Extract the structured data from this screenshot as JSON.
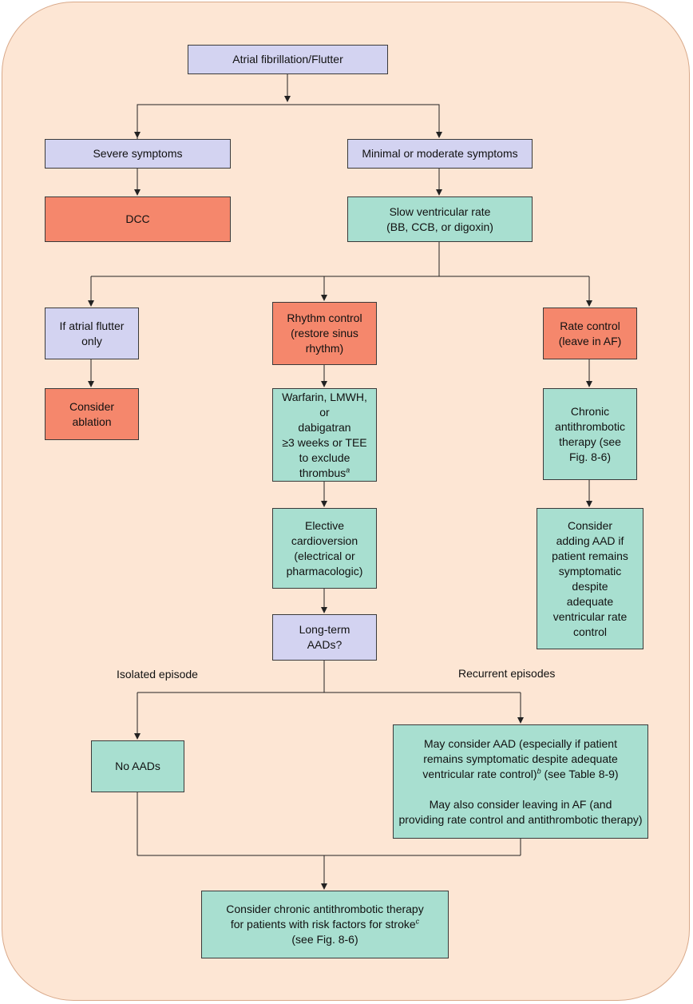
{
  "nodes": {
    "af": "Atrial fibrillation/Flutter",
    "severe": "Severe symptoms",
    "minimal": "Minimal or moderate symptoms",
    "dcc": "DCC",
    "slow_rate": "Slow ventricular rate\n(BB, CCB, or digoxin)",
    "flutter_only": "If atrial flutter\nonly",
    "rhythm_control": "Rhythm control\n(restore sinus\nrhythm)",
    "rate_control": "Rate control\n(leave in AF)",
    "ablation": "Consider\nablation",
    "anticoag": "Warfarin, LMWH, or\ndabigatran\n≥3 weeks or TEE\nto exclude\nthrombus",
    "anticoag_sup": "a",
    "chronic_anti": "Chronic\nantithrombotic\ntherapy (see\nFig. 8-6)",
    "elective": "Elective\ncardioversion\n(electrical or\npharmacologic)",
    "consider_aad": "Consider\nadding AAD if\npatient remains\nsymptomatic\ndespite\nadequate\nventricular rate\ncontrol",
    "longterm": "Long-term\nAADs?",
    "no_aads": "No AADs",
    "may_aad_1": "May consider AAD (especially if patient\nremains symptomatic despite adequate\nventricular rate control)",
    "may_aad_sup": "b",
    "may_aad_2": " (see Table 8-9)",
    "may_aad_3": "May also consider leaving in AF (and\nproviding rate control and antithrombotic therapy)",
    "chronic_final_1": "Consider chronic antithrombotic therapy\nfor patients with risk factors for stroke",
    "chronic_final_sup": "c",
    "chronic_final_2": "\n(see Fig. 8-6)"
  },
  "labels": {
    "isolated": "Isolated episode",
    "recurrent": "Recurrent episodes"
  },
  "colors": {
    "lavender": "#d3d3f1",
    "salmon": "#f5876c",
    "teal": "#a8dfd0",
    "background": "#fde6d4"
  }
}
